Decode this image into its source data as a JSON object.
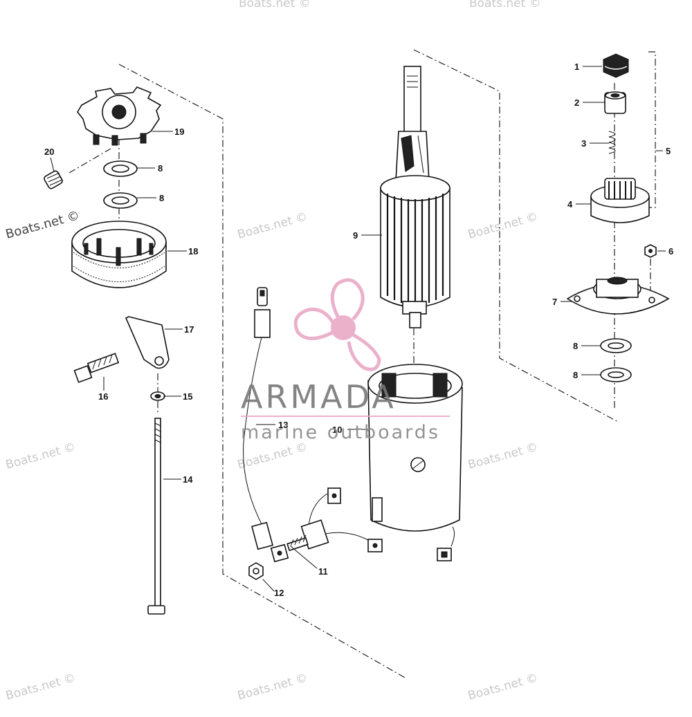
{
  "watermark": {
    "text": "Boats.net ©"
  },
  "brand": {
    "name": "ARMADA",
    "tagline": "marine outboards",
    "color_primary": "#e9a9c6",
    "color_text": "#777777"
  },
  "callouts": [
    {
      "id": "1"
    },
    {
      "id": "2"
    },
    {
      "id": "3"
    },
    {
      "id": "4"
    },
    {
      "id": "5"
    },
    {
      "id": "6"
    },
    {
      "id": "7"
    },
    {
      "id": "8"
    },
    {
      "id": "9"
    },
    {
      "id": "10"
    },
    {
      "id": "11"
    },
    {
      "id": "12"
    },
    {
      "id": "13"
    },
    {
      "id": "14"
    },
    {
      "id": "15"
    },
    {
      "id": "16"
    },
    {
      "id": "17"
    },
    {
      "id": "18"
    },
    {
      "id": "19"
    },
    {
      "id": "20"
    }
  ]
}
